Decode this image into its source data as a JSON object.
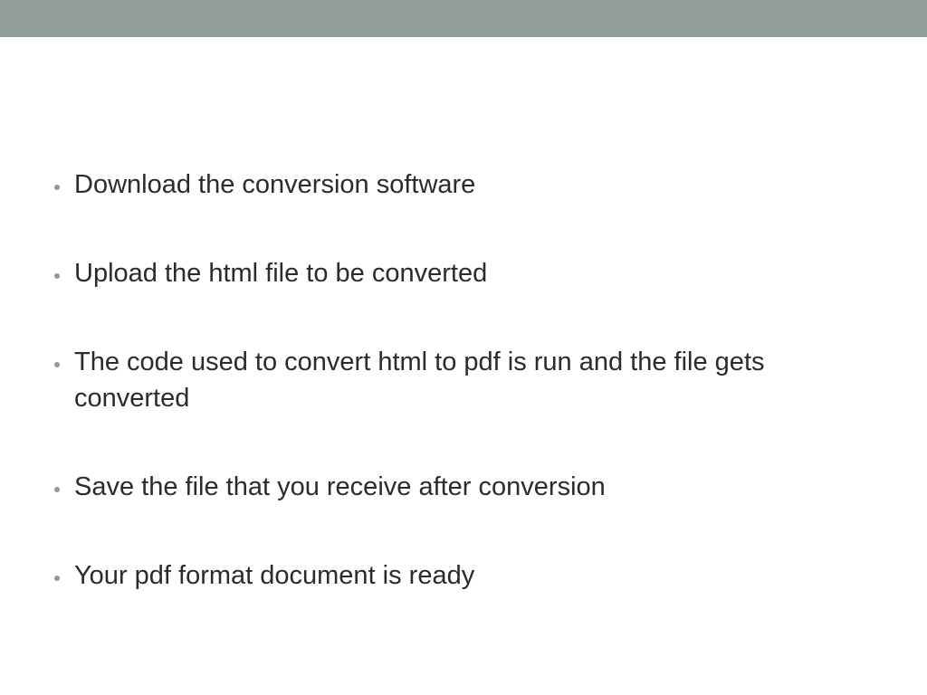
{
  "colors": {
    "top_bar": "#939f99",
    "bullet": "#8f9b95",
    "text": "#2b2b2b"
  },
  "slide": {
    "bullets": [
      {
        "text": "Download the conversion software"
      },
      {
        "text": "Upload the html file to be converted"
      },
      {
        "text": "The code used to convert html to pdf is run and the file gets converted"
      },
      {
        "text": "Save the file that you receive after conversion"
      },
      {
        "text": "Your pdf format document is ready"
      }
    ]
  }
}
